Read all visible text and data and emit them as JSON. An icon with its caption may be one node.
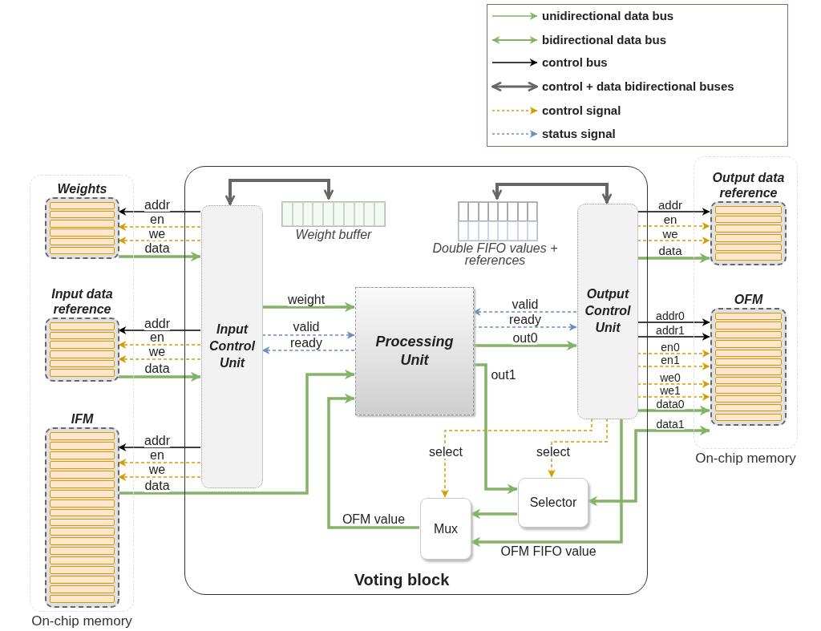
{
  "diagram": {
    "nodes": [
      {
        "text": [
          "On-chip memory"
        ]
      },
      {
        "text": [
          "Weights"
        ],
        "in": 0
      },
      {
        "text": [
          "Input data reference"
        ],
        "in": 0
      },
      {
        "text": [
          "IFM"
        ],
        "in": 0
      },
      {
        "text": [
          "Voting block"
        ]
      },
      {
        "text": [
          "Input Control Unit"
        ],
        "in": 4
      },
      {
        "text": [
          "Weight buffer"
        ],
        "in": 4
      },
      {
        "text": [
          "Double FIFO values + references"
        ],
        "in": 4
      },
      {
        "text": [
          "Processing Unit"
        ],
        "in": 4
      },
      {
        "text": [
          "Output Control Unit"
        ],
        "in": 4
      },
      {
        "text": [
          "Selector"
        ],
        "in": 4
      },
      {
        "text": [
          "Mux"
        ],
        "in": 4
      },
      {
        "text": [
          "On-chip memory"
        ]
      },
      {
        "text": [
          "Output data reference"
        ],
        "in": 12
      },
      {
        "text": [
          "OFM"
        ],
        "in": 12
      }
    ],
    "edges": [
      {
        "from": 5,
        "to": 6,
        "arrow": "both",
        "style": "thick",
        "color": "#666666"
      },
      {
        "from": 7,
        "to": 9,
        "arrow": "both",
        "style": "thick",
        "color": "#666666"
      },
      {
        "from": 5,
        "to": 1,
        "arrow": "to",
        "label": "addr",
        "color": "#000000"
      },
      {
        "from": 5,
        "to": 1,
        "arrow": "to",
        "label": "en",
        "style": "dashed"
      },
      {
        "from": 5,
        "to": 1,
        "arrow": "to",
        "label": "we",
        "style": "dashed"
      },
      {
        "from": 1,
        "to": 5,
        "arrow": "to",
        "label": "data",
        "style": "thick",
        "color": "#82b366"
      },
      {
        "from": 5,
        "to": 2,
        "arrow": "to",
        "label": "addr",
        "color": "#000000"
      },
      {
        "from": 5,
        "to": 2,
        "arrow": "to",
        "label": "en",
        "style": "dashed"
      },
      {
        "from": 5,
        "to": 2,
        "arrow": "to",
        "label": "we",
        "style": "dashed"
      },
      {
        "from": 2,
        "to": 5,
        "arrow": "to",
        "label": "data",
        "style": "thick",
        "color": "#82b366"
      },
      {
        "from": 5,
        "to": 3,
        "arrow": "to",
        "label": "addr",
        "color": "#000000"
      },
      {
        "from": 5,
        "to": 3,
        "arrow": "to",
        "label": "en",
        "style": "dashed"
      },
      {
        "from": 5,
        "to": 3,
        "arrow": "to",
        "label": "we",
        "style": "dashed"
      },
      {
        "from": 3,
        "to": 8,
        "arrow": "to",
        "label": "data",
        "style": "thick",
        "color": "#82b366"
      },
      {
        "from": 5,
        "to": 8,
        "arrow": "to",
        "label": "weight",
        "style": "thick",
        "color": "#82b366"
      },
      {
        "from": 5,
        "to": 8,
        "arrow": "to",
        "label": "valid",
        "style": "dashed",
        "color": "#6c8ebf"
      },
      {
        "from": 8,
        "to": 5,
        "arrow": "to",
        "label": "ready",
        "style": "dashed",
        "color": "#6c8ebf"
      },
      {
        "from": 9,
        "to": 8,
        "arrow": "to",
        "label": "valid",
        "style": "dashed",
        "color": "#6c8ebf"
      },
      {
        "from": 8,
        "to": 9,
        "arrow": "to",
        "label": "ready",
        "style": "dashed",
        "color": "#6c8ebf"
      },
      {
        "from": 8,
        "to": 9,
        "arrow": "to",
        "label": "out0",
        "style": "thick",
        "color": "#82b366"
      },
      {
        "from": 8,
        "to": 10,
        "arrow": "to",
        "label": "out1",
        "style": "thick",
        "color": "#82b366"
      },
      {
        "from": 9,
        "to": 11,
        "arrow": "to",
        "label": "select",
        "style": "dashed"
      },
      {
        "from": 9,
        "to": 10,
        "arrow": "to",
        "label": "select",
        "style": "dashed"
      },
      {
        "from": 10,
        "to": 11,
        "arrow": "to",
        "style": "thick",
        "color": "#82b366"
      },
      {
        "from": 9,
        "to": 11,
        "arrow": "to",
        "label": "OFM FIFO value",
        "style": "thick",
        "color": "#82b366"
      },
      {
        "from": 11,
        "to": 8,
        "arrow": "to",
        "label": "OFM value",
        "style": "thick",
        "color": "#82b366"
      },
      {
        "from": 9,
        "to": 13,
        "arrow": "to",
        "label": "addr",
        "color": "#000000"
      },
      {
        "from": 9,
        "to": 13,
        "arrow": "to",
        "label": "en",
        "style": "dashed"
      },
      {
        "from": 9,
        "to": 13,
        "arrow": "to",
        "label": "we",
        "style": "dashed"
      },
      {
        "from": 9,
        "to": 13,
        "arrow": "to",
        "label": "data",
        "style": "thick",
        "color": "#82b366"
      },
      {
        "from": 9,
        "to": 14,
        "arrow": "to",
        "label": "addr0",
        "color": "#000000"
      },
      {
        "from": 9,
        "to": 14,
        "arrow": "to",
        "label": "addr1",
        "color": "#000000"
      },
      {
        "from": 9,
        "to": 14,
        "arrow": "to",
        "label": "en0",
        "style": "dashed"
      },
      {
        "from": 9,
        "to": 14,
        "arrow": "to",
        "label": "en1",
        "style": "dashed"
      },
      {
        "from": 9,
        "to": 14,
        "arrow": "to",
        "label": "we0",
        "style": "dashed"
      },
      {
        "from": 9,
        "to": 14,
        "arrow": "to",
        "label": "we1",
        "style": "dashed"
      },
      {
        "from": 9,
        "to": 14,
        "arrow": "to",
        "label": "data0",
        "style": "thick",
        "color": "#82b366"
      },
      {
        "from": 10,
        "to": 14,
        "arrow": "both",
        "label": "data1",
        "style": "thick",
        "color": "#82b366"
      }
    ],
    "legend": [
      {
        "text": "unidirectional data bus"
      },
      {
        "text": "bidirectional data bus"
      },
      {
        "text": "control bus"
      },
      {
        "text": "control + data bidirectional buses"
      },
      {
        "text": "control signal"
      },
      {
        "text": "status signal"
      }
    ]
  }
}
